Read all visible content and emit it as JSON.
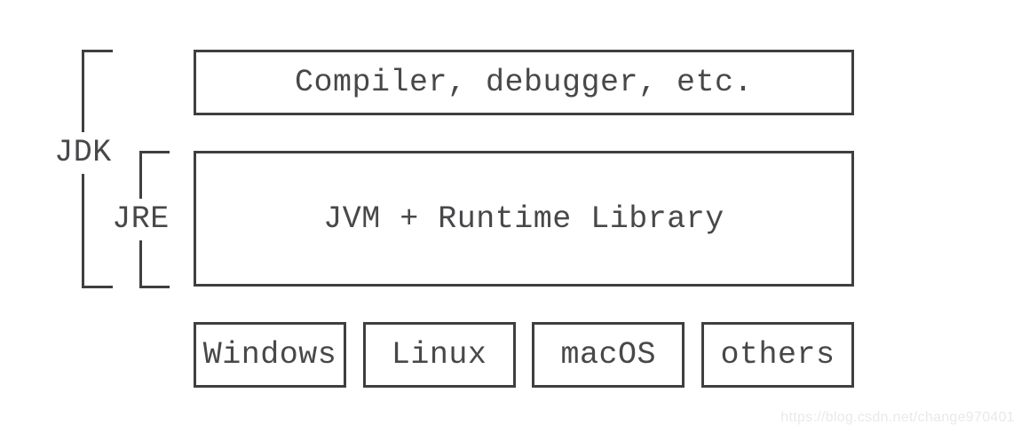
{
  "diagram": {
    "brackets": [
      {
        "label": "JDK"
      },
      {
        "label": "JRE"
      }
    ],
    "layers": [
      {
        "label": "Compiler, debugger, etc."
      },
      {
        "label": "JVM + Runtime Library"
      }
    ],
    "platforms": [
      {
        "label": "Windows"
      },
      {
        "label": "Linux"
      },
      {
        "label": "macOS"
      },
      {
        "label": "others"
      }
    ],
    "watermark": {
      "text": "https://blog.csdn.net/change970401"
    },
    "colors": {
      "background": "#ffffff",
      "line": "#3f3f41",
      "text": "#48484b",
      "watermark": "#e9e9ec"
    }
  }
}
